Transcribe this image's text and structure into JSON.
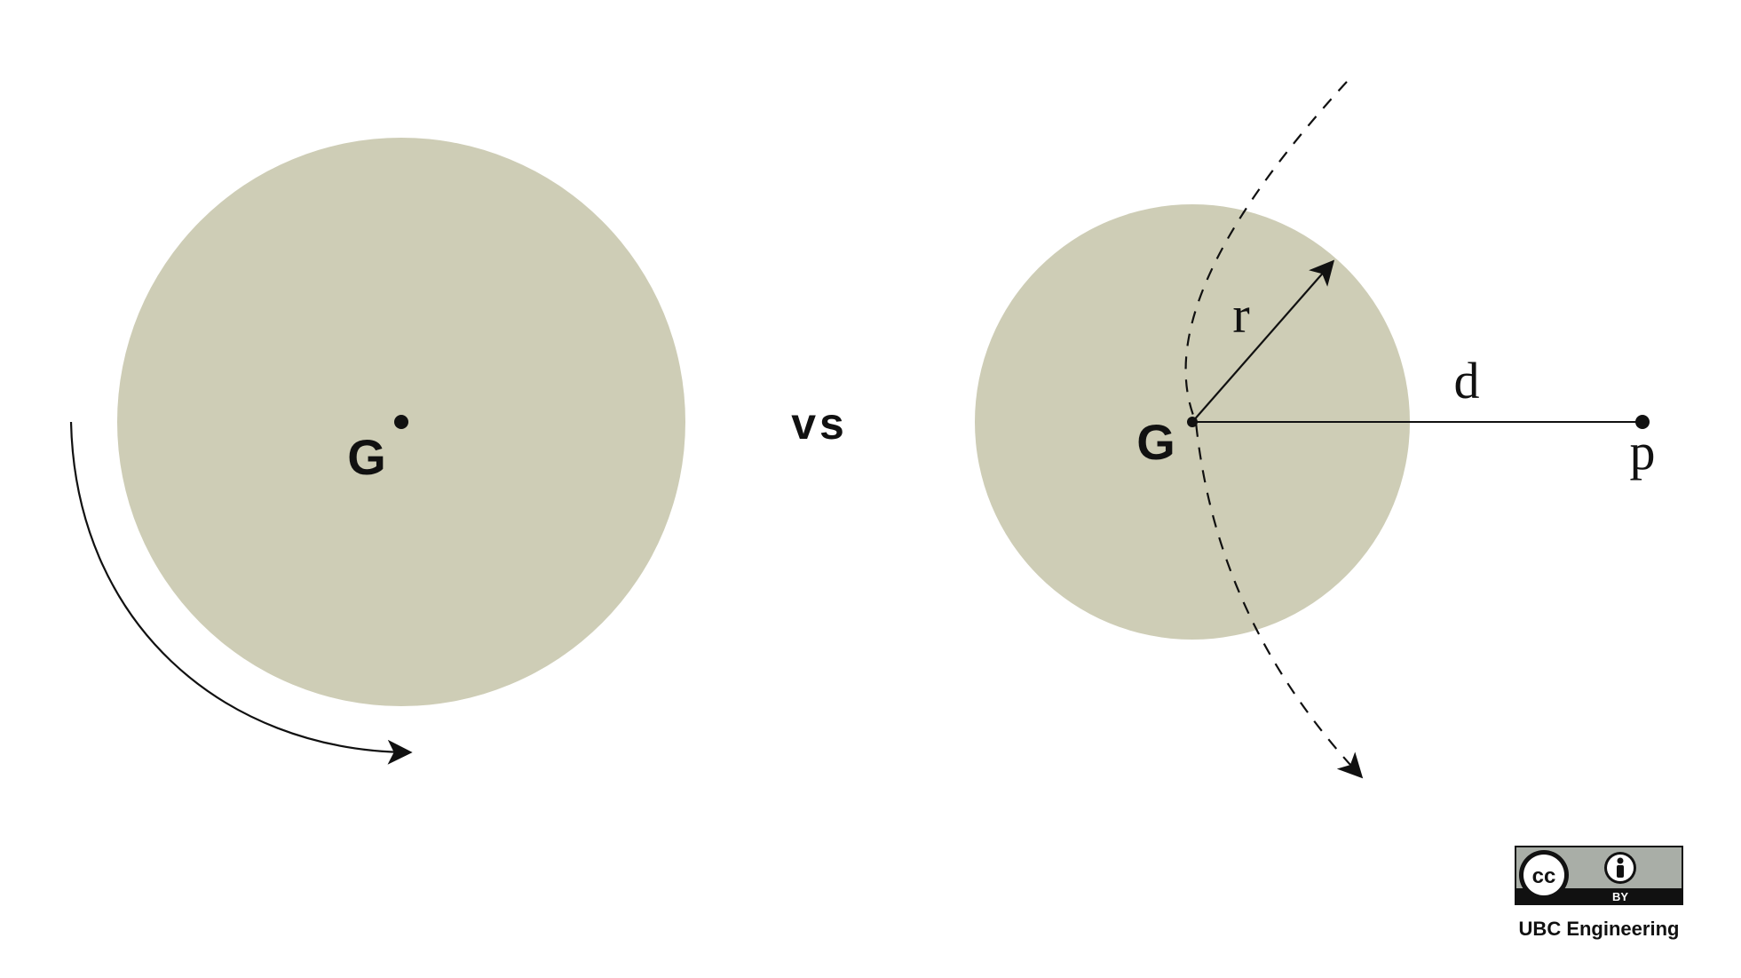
{
  "colors": {
    "disk_fill": "#cecdb6",
    "ink": "#111111",
    "license_gray": "#a9aea7",
    "background": "#ffffff"
  },
  "left_figure": {
    "center_label": "G",
    "rotation_arrow": "curved-arrow-icon"
  },
  "comparison_text": "vs",
  "right_figure": {
    "center_label": "G",
    "radius_label": "r",
    "distance_label": "d",
    "point_label": "p",
    "orbit_path": "dashed-arc-arrow-icon"
  },
  "license": {
    "badge": "cc-by-badge-icon",
    "badge_text": "BY",
    "credit": "UBC Engineering"
  }
}
